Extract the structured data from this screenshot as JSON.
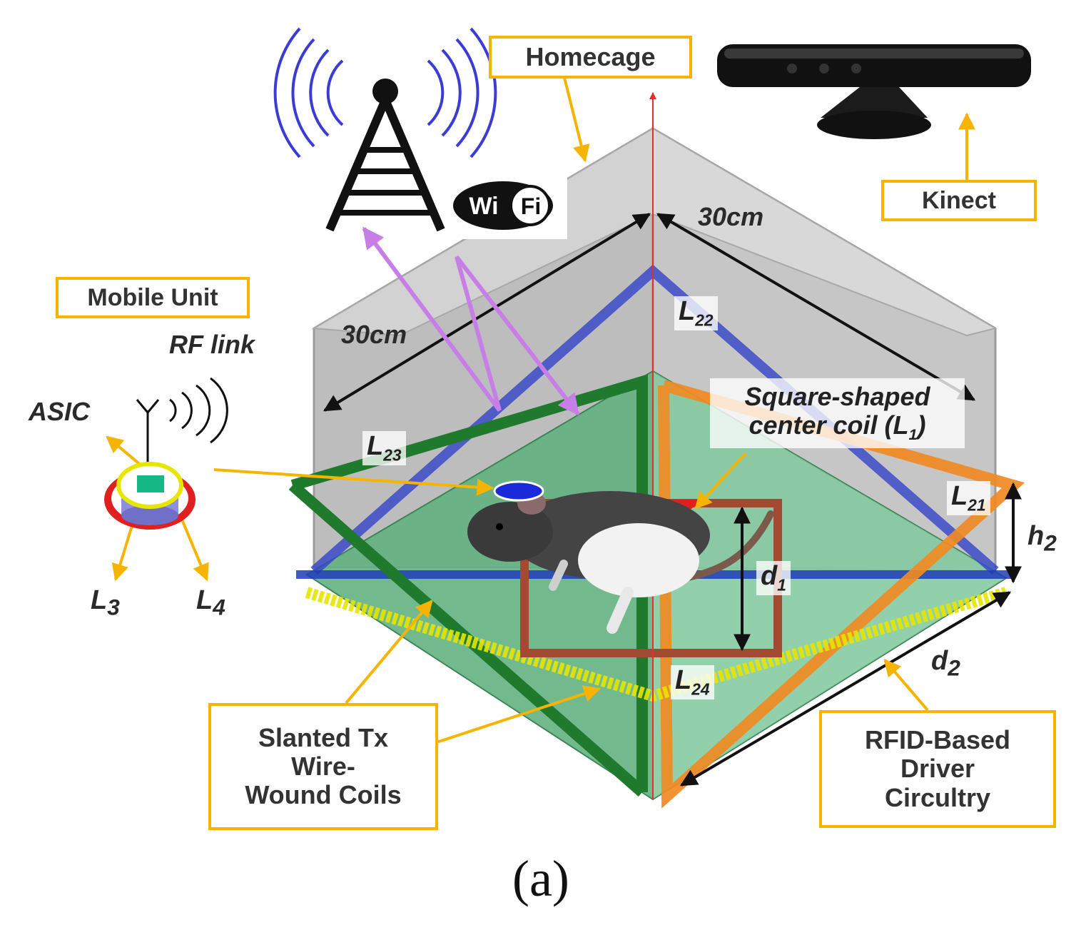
{
  "labels": {
    "homecage": "Homecage",
    "kinect": "Kinect",
    "mobile_unit": "Mobile Unit",
    "rf_link": "RF link",
    "asic": "ASIC",
    "wifi_wi": "Wi",
    "wifi_fi": "Fi",
    "l3": "L",
    "l3_sub": "3",
    "l4": "L",
    "l4_sub": "4",
    "dim_left": "30cm",
    "dim_right": "30cm",
    "l22": "L",
    "l22_sub": "22",
    "l23": "L",
    "l23_sub": "23",
    "l21": "L",
    "l21_sub": "21",
    "l24": "L",
    "l24_sub": "24",
    "d1": "d",
    "d1_sub": "1",
    "d2": "d",
    "d2_sub": "2",
    "h2": "h",
    "h2_sub": "2",
    "center_coil_line1": "Square-shaped",
    "center_coil_line2_prefix": "center coil (",
    "center_coil_line2_sym": "L",
    "center_coil_line2_sub": "1",
    "center_coil_line2_suffix": ")",
    "slanted_line1": "Slanted Tx",
    "slanted_line2": "Wire-",
    "slanted_line3": "Wound Coils",
    "rfid_line1": "RFID-Based",
    "rfid_line2": "Driver",
    "rfid_line3": "Circultry",
    "caption": "(a)"
  },
  "colors": {
    "callout_border": "#f6b400",
    "coil_green": "#1f7a2e",
    "coil_orange": "#f08a24",
    "coil_blue": "#3344c8",
    "coil_yellow": "#e6e600",
    "center_coil": "#a34a33",
    "wifi_waves": "#3b3bd6",
    "rf_arrows": "#c77ee6",
    "z_axis": "#e03030",
    "mobile_ring": "#e01f1f"
  },
  "icons": [
    "antenna-tower-icon",
    "wifi-logo",
    "kinect-sensor-icon",
    "antenna-icon",
    "mobile-unit-icon",
    "rat-illustration"
  ]
}
